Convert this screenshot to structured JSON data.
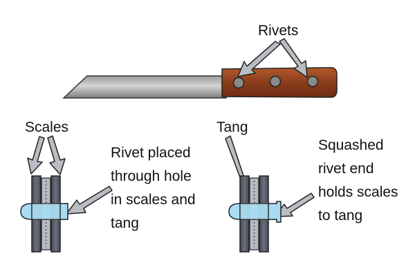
{
  "labels": {
    "rivets": "Rivets",
    "scales": "Scales",
    "tang": "Tang",
    "rivet_placed": [
      "Rivet placed",
      "through hole",
      "in scales and",
      "tang"
    ],
    "squashed": [
      "Squashed",
      "rivet end",
      "holds scales",
      "to tang"
    ]
  },
  "colors": {
    "blade_light": "#d9d9d9",
    "blade_dark": "#8a8a8a",
    "handle": "#8b3d1c",
    "handle_light": "#b35a2c",
    "rivet_head": "#8a8a8a",
    "scale": "#505560",
    "tang_fill": "#b7bac0",
    "rivet_blue": "#a9dcf2",
    "outline": "#222222"
  },
  "icons": [
    "arrow-icon"
  ]
}
